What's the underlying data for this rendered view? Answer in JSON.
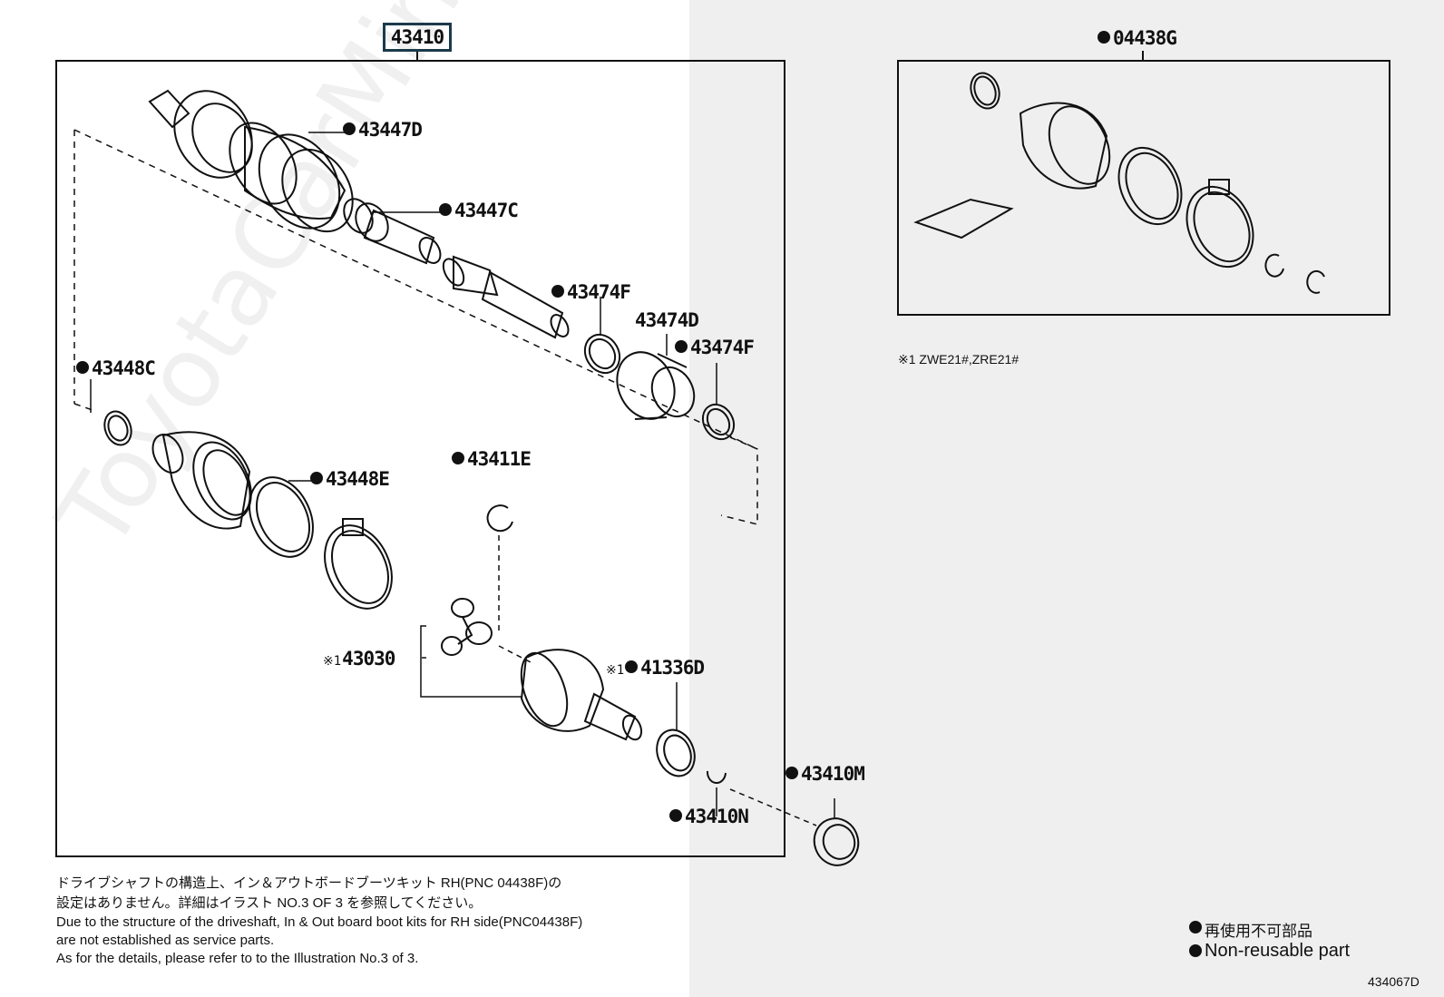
{
  "assembly_label": "43410",
  "kit_label": "04438G",
  "watermark": "ToyotaCarMine.ru",
  "footnote": "※1 ZWE21#,ZRE21#",
  "parts": {
    "p43447D": "43447D",
    "p43447C": "43447C",
    "p43474F_a": "43474F",
    "p43474D": "43474D",
    "p43474F_b": "43474F",
    "p43448C": "43448C",
    "p43448E": "43448E",
    "p43411E": "43411E",
    "p43030": "43030",
    "p41336D": "41336D",
    "p43410M": "43410M",
    "p43410N": "43410N"
  },
  "mark_symbol": "※1",
  "notes": {
    "jp_line1": "ドライブシャフトの構造上、イン＆アウトボードブーツキット RH(PNC 04438F)の",
    "jp_line2": "設定はありません。詳細はイラスト NO.3 OF 3 を参照してください。",
    "en_line1": "Due to the structure of the driveshaft, In & Out board  boot kits for RH side(PNC04438F)",
    "en_line2": "are not established as service parts.",
    "en_line3": "As for the details, please refer to to the Illustration No.3 of 3."
  },
  "legend": {
    "jp": "再使用不可部品",
    "en": "Non-reusable part"
  },
  "illustration_id": "434067D"
}
